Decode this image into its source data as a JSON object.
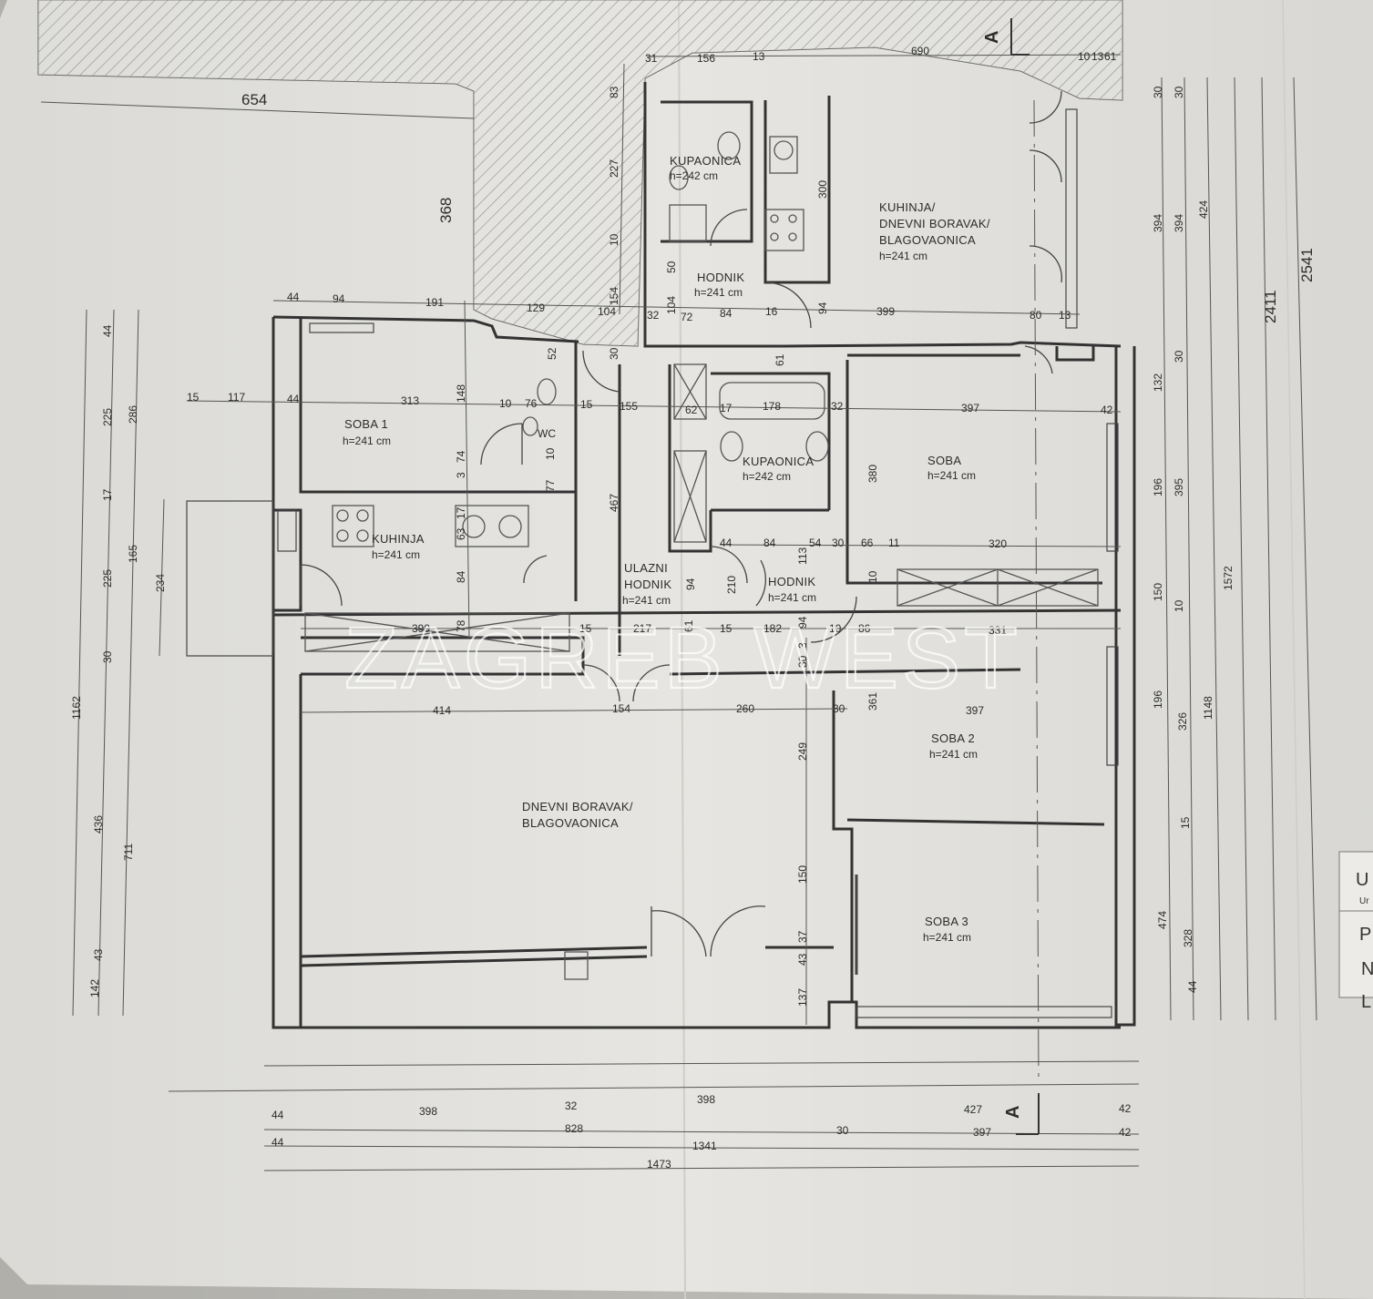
{
  "watermark": "ZAGREB WEST",
  "section_marker": "A",
  "rooms": [
    {
      "id": "kupaonica-top",
      "name": "KUPAONICA",
      "height": "h=242 cm"
    },
    {
      "id": "kuhinja-dnevni",
      "name_lines": [
        "KUHINJA/",
        "DNEVNI BORAVAK/",
        "BLAGOVAONICA"
      ],
      "height": "h=241 cm"
    },
    {
      "id": "hodnik-top",
      "name": "HODNIK",
      "height": "h=241 cm"
    },
    {
      "id": "soba-1",
      "name": "SOBA 1",
      "height": "h=241 cm"
    },
    {
      "id": "kupaonica-mid",
      "name": "KUPAONICA",
      "height": "h=242 cm"
    },
    {
      "id": "soba",
      "name": "SOBA",
      "height": "h=241 cm"
    },
    {
      "id": "wc",
      "name": "WC"
    },
    {
      "id": "kuhinja",
      "name": "KUHINJA",
      "height": "h=241 cm"
    },
    {
      "id": "ulazni-hodnik",
      "name_lines": [
        "ULAZNI",
        "HODNIK"
      ],
      "height": "h=241 cm"
    },
    {
      "id": "hodnik-mid",
      "name": "HODNIK",
      "height": "h=241 cm"
    },
    {
      "id": "soba-2",
      "name": "SOBA 2",
      "height": "h=241 cm"
    },
    {
      "id": "dnevni-boravak",
      "name_lines": [
        "DNEVNI BORAVAK/",
        "BLAGOVAONICA"
      ]
    },
    {
      "id": "soba-3",
      "name": "SOBA 3",
      "height": "h=241 cm"
    }
  ],
  "dims": {
    "d654": "654",
    "d368": "368",
    "d31": "31",
    "d156": "156",
    "d13": "13",
    "d690": "690",
    "d10a": "10",
    "d13b": "13",
    "d61": "61",
    "d83": "83",
    "d227": "227",
    "d10b": "10",
    "d300": "300",
    "d50": "50",
    "d104a": "104",
    "d154": "154",
    "d30a": "30",
    "d30b": "30",
    "d394a": "394",
    "d394b": "394",
    "d424": "424",
    "d2541": "2541",
    "d2411": "2411",
    "d44a": "44",
    "d94a": "94",
    "d191": "191",
    "d129": "129",
    "d104b": "104",
    "d32a": "32",
    "d72": "72",
    "d84a": "84",
    "d16": "16",
    "d94b": "94",
    "d399a": "399",
    "d80": "80",
    "d13c": "13",
    "d44b": "44",
    "d225a": "225",
    "d286": "286",
    "d52": "52",
    "d30c": "30",
    "d61b": "61",
    "d15a": "15",
    "d117": "117",
    "d44c": "44",
    "d313": "313",
    "d148": "148",
    "d10c": "10",
    "d76": "76",
    "d15b": "15",
    "d155": "155",
    "d62": "62",
    "d17a": "17",
    "d178": "178",
    "d32b": "32",
    "d397a": "397",
    "d42a": "42",
    "d132": "132",
    "d30d": "30",
    "d3": "3",
    "d74": "74",
    "d10d": "10",
    "d77": "77",
    "d17b": "17",
    "d17c": "17",
    "d380": "380",
    "d196a": "196",
    "d395": "395",
    "d467": "467",
    "d63": "63",
    "d44d": "44",
    "d84b": "84",
    "d54": "54",
    "d30e": "30",
    "d66": "66",
    "d11": "11",
    "d320": "320",
    "d165": "165",
    "d225b": "225",
    "d234": "234",
    "d84c": "84",
    "d94c": "94",
    "d210": "210",
    "d113": "113",
    "d10e": "10",
    "d150a": "150",
    "d10f": "10",
    "d1572": "1572",
    "d399b": "399",
    "d78": "78",
    "d15c": "15",
    "d217": "217",
    "d61c": "61",
    "d15d": "15",
    "d182": "182",
    "d94d": "94",
    "d10g": "10",
    "d86": "86",
    "d331": "331",
    "d30f": "30",
    "d3b": "3",
    "d30g": "30",
    "d414": "414",
    "d154b": "154",
    "d260": "260",
    "d30h": "30",
    "d361": "361",
    "d397b": "397",
    "d196b": "196",
    "d326": "326",
    "d1148": "1148",
    "d1162": "1162",
    "d249": "249",
    "d436": "436",
    "d711": "711",
    "d15e": "15",
    "d150b": "150",
    "d474": "474",
    "d328": "328",
    "d37": "37",
    "d43a": "43",
    "d43b": "43",
    "d142": "142",
    "d137": "137",
    "d44e": "44",
    "b44a": "44",
    "b398a": "398",
    "b32": "32",
    "b398b": "398",
    "b427": "427",
    "b42a": "42",
    "b44b": "44",
    "b828": "828",
    "b1341": "1341",
    "b30": "30",
    "b397": "397",
    "b42b": "42",
    "b1473": "1473"
  },
  "title_block": {
    "c1": "U",
    "c2": "Ur",
    "c3": "P",
    "c4": "N",
    "c5": "L"
  },
  "colors": {
    "paper": "#e7e6e2",
    "wall": "#3a3a3a",
    "line": "#4a4a4a",
    "hatch": "#6a6a6a",
    "background": "#b9b8b3"
  }
}
